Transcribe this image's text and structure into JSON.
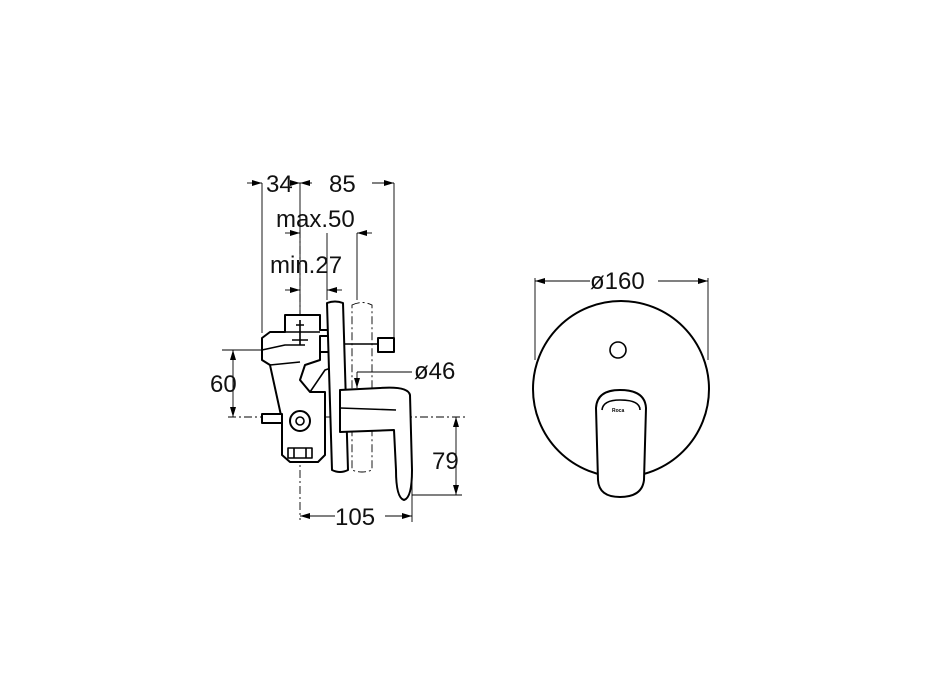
{
  "dimensions": {
    "d34": "34",
    "d85": "85",
    "max50": "max.50",
    "min27": "min.27",
    "dia46": "ø46",
    "d60": "60",
    "d79": "79",
    "d105": "105",
    "dia160": "ø160"
  },
  "logo": {
    "brand": "Roca"
  },
  "colors": {
    "line": "#000000",
    "background": "#ffffff"
  }
}
